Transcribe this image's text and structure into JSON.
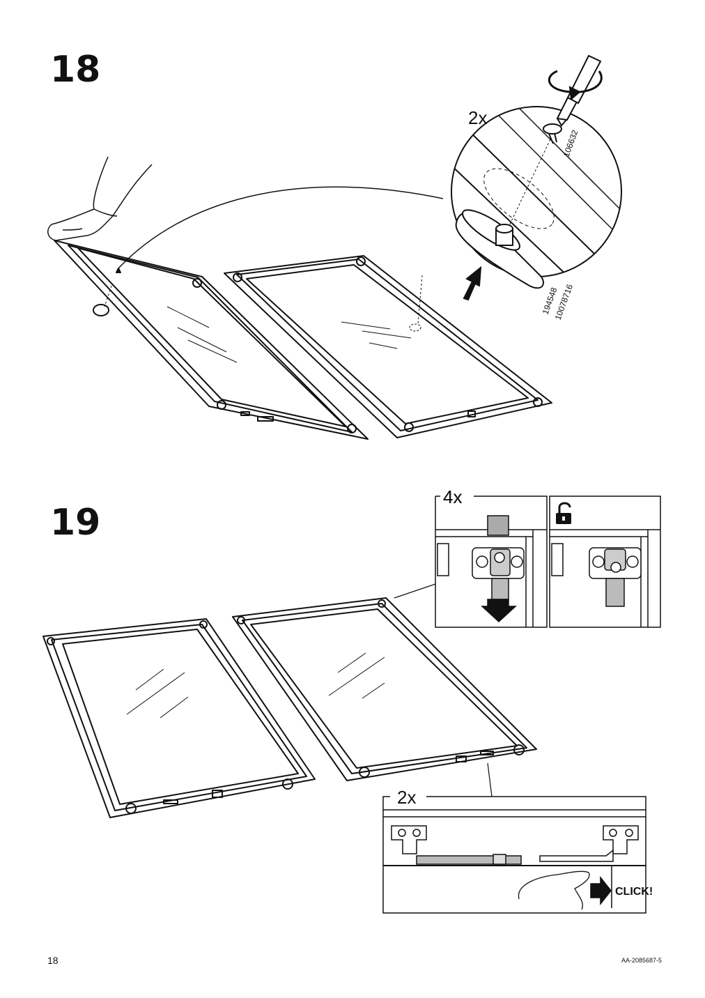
{
  "steps": [
    {
      "number": "18",
      "callout": {
        "quantity": "2x",
        "part_screw": "106632",
        "part_knob_a": "194548",
        "part_knob_b": "10078716"
      }
    },
    {
      "number": "19",
      "detail_lock": {
        "quantity": "4x",
        "icon": "unlock-icon"
      },
      "detail_click": {
        "quantity": "2x",
        "label": "CLICK!"
      }
    }
  ],
  "footer": {
    "page_number": "18",
    "document_id": "AA-2085687-5"
  }
}
